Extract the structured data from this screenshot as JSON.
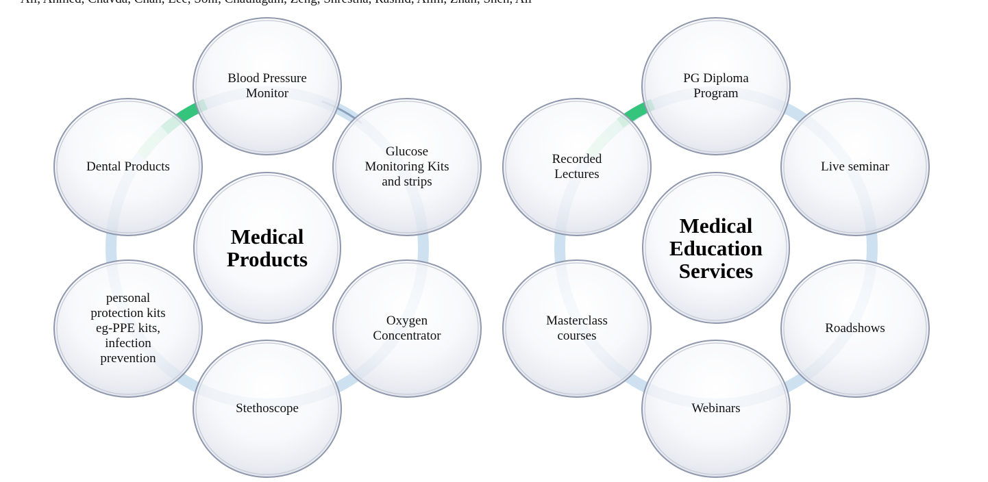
{
  "page_top_text": "Ali, Ahmed, Chavda, Chan, Lee, Sohi, Chaulagain, Zeng, Shrestha, Rashid, Alim, Zhan, Shen, Ali",
  "colors": {
    "ring": "#c6dcef",
    "ring_highlight": "#35c47c",
    "ring_highlight_soft": "#a8e6c4",
    "circle_stroke": "#8e97ab",
    "circle_fill_top": "#ffffff",
    "circle_fill_bottom": "#dfe2ec",
    "text": "#111111"
  },
  "diagrams": [
    {
      "center": "Medical\nProducts",
      "nodes": [
        {
          "label": "Blood Pressure\nMonitor"
        },
        {
          "label": "Glucose\nMonitoring  Kits\nand strips"
        },
        {
          "label": "Oxygen\nConcentrator"
        },
        {
          "label": "Stethoscope"
        },
        {
          "label": "personal\nprotection kits\neg-PPE kits,\ninfection\nprevention"
        },
        {
          "label": "Dental Products"
        }
      ]
    },
    {
      "center": "Medical\nEducation\nServices",
      "nodes": [
        {
          "label": "PG Diploma\nProgram"
        },
        {
          "label": "Live seminar"
        },
        {
          "label": "Roadshows"
        },
        {
          "label": "Webinars"
        },
        {
          "label": "Masterclass\ncourses"
        },
        {
          "label": "Recorded\nLectures"
        }
      ]
    }
  ]
}
